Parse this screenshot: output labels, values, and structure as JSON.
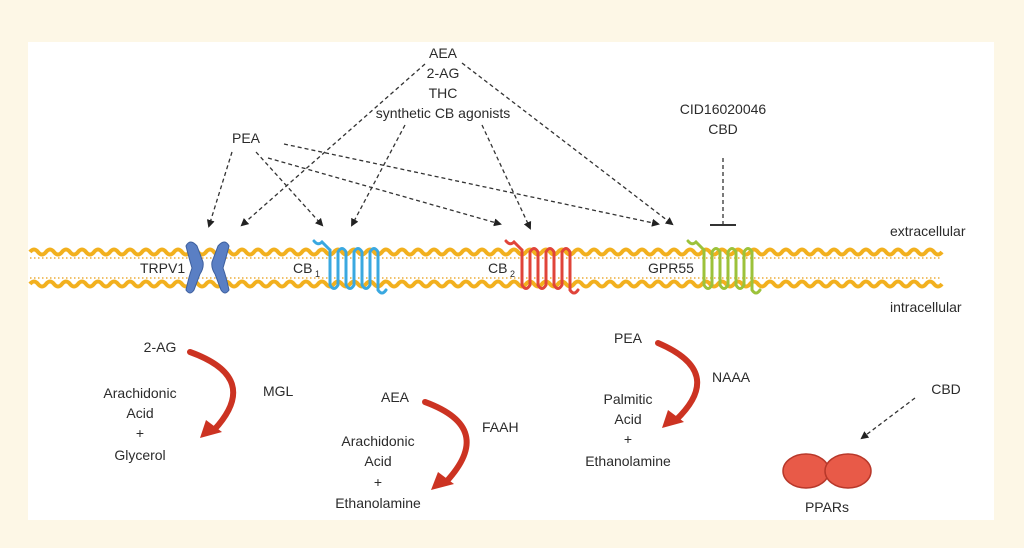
{
  "ligands_top": {
    "lines": [
      "AEA",
      "2-AG",
      "THC",
      "synthetic CB agonists"
    ]
  },
  "pea_top": "PEA",
  "inhibitors": {
    "lines": [
      "CID16020046",
      "CBD"
    ]
  },
  "membrane": {
    "extracellular": "extracellular",
    "intracellular": "intracellular"
  },
  "receptors": {
    "trpv1": {
      "label": "TRPV1",
      "color": "#5a7fc4"
    },
    "cb1": {
      "label": "CB",
      "sub": "1",
      "color": "#3aa8e0"
    },
    "cb2": {
      "label": "CB",
      "sub": "2",
      "color": "#e0443a"
    },
    "gpr55": {
      "label": "GPR55",
      "color": "#9cc23a"
    }
  },
  "pathways": {
    "mgl": {
      "substrate": "2-AG",
      "enzyme": "MGL",
      "products": [
        "Arachidonic",
        "Acid",
        "+",
        "Glycerol"
      ]
    },
    "faah": {
      "substrate": "AEA",
      "enzyme": "FAAH",
      "products": [
        "Arachidonic",
        "Acid",
        "+",
        "Ethanolamine"
      ]
    },
    "naaa": {
      "substrate": "PEA",
      "enzyme": "NAAA",
      "products": [
        "Palmitic",
        "Acid",
        "+",
        "Ethanolamine"
      ]
    }
  },
  "ppar": {
    "ligand": "CBD",
    "label": "PPARs",
    "color": "#e85a48"
  }
}
